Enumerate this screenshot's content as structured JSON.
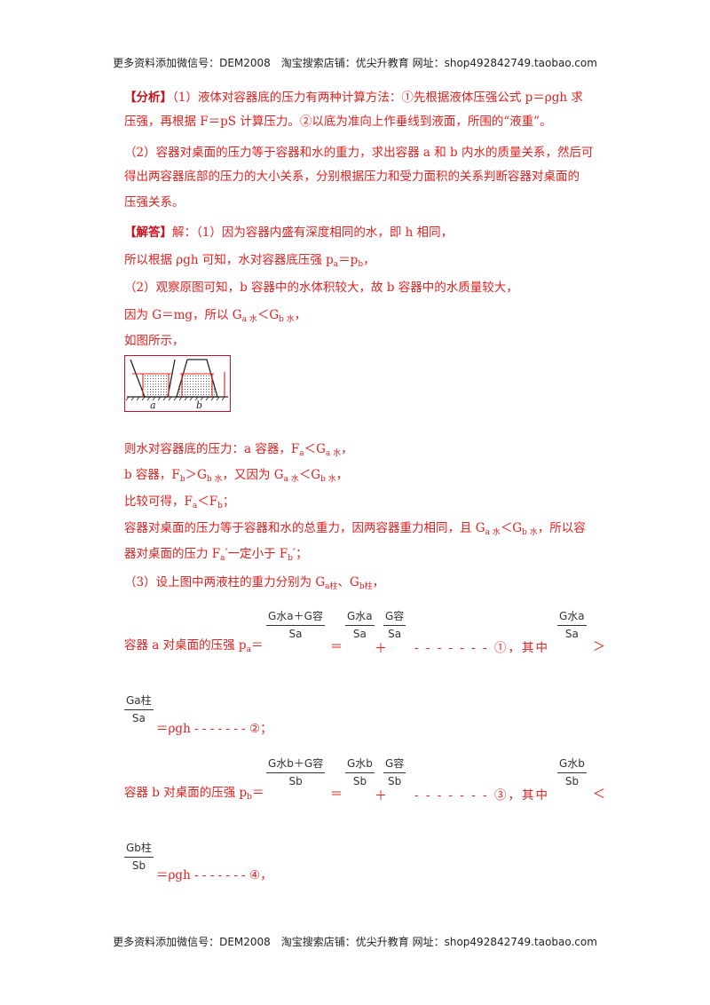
{
  "header": {
    "text": "更多资料添加微信号：DEM2008　淘宝搜索店铺：优尖升教育 网址：shop492842749.taobao.com"
  },
  "footer": {
    "text": "更多资料添加微信号：DEM2008　淘宝搜索店铺：优尖升教育 网址：shop492842749.taobao.com"
  },
  "analysis": {
    "tag": "【分析】",
    "l1": "（1）液体对容器底的压力有两种计算方法：①先根据液体压强公式 p＝ρgh 求",
    "l2": "压强，再根据 F＝pS 计算压力。②以底为准向上作垂线到液面，所围的“液重”。",
    "l3": "（2）容器对桌面的压力等于容器和水的重力，求出容器 a 和 b 内水的质量关系，然后可",
    "l4": "得出两容器底部的压力的大小关系，分别根据压力和受力面积的关系判断容器对桌面的",
    "l5": "压强关系。"
  },
  "answer": {
    "tag": "【解答】",
    "l1": "解：（1）因为容器内盛有深度相同的水，即 h 相同，",
    "l2a": "所以根据 ρgh 可知，水对容器底压强 p",
    "l2b": "＝p",
    "l2c": "，",
    "l3": "（2）观察原图可知，b 容器中的水体积较大，故 b 容器中的水质量较大，",
    "l4a": "因为 G＝mg，所以 G",
    "l4b": "＜G",
    "l4c": "，",
    "l5": "如图所示，",
    "l6a": "则水对容器底的压力：a 容器，F",
    "l6b": "＜G",
    "l6c": "，",
    "l7a": "b 容器，F",
    "l7b": "＞G",
    "l7c": "，又因为 G",
    "l7d": "＜G",
    "l7e": "，",
    "l8a": "比较可得，F",
    "l8b": "＜F",
    "l8c": "；",
    "l9a": "容器对桌面的压力等于容器和水的总重力，因两容器重力相同，且 G",
    "l9b": "＜G",
    "l9c": "，所以容",
    "l10a": "器对桌面的压力 F",
    "l10b": "′一定小于 F",
    "l10c": "′；",
    "l11a": "（3）设上图中两液柱的重力分别为 G",
    "l11b": "、G",
    "l11c": "，",
    "eq1_lead": "容器 a 对桌面的压强 p",
    "eq1_eq": "＝",
    "eq1_dash": "- - - - - - - ①，其中",
    "eq1_gt": "＞",
    "eq2_tail": "＝ρgh - - - - - - - ②；",
    "eq3_lead": "容器 b 对桌面的压强 p",
    "eq3_eq": "＝",
    "eq3_dash": "- - - - - - - ③，其中",
    "eq3_lt": "＜",
    "eq4_tail": "＝ρgh - - - - - - - ④，"
  },
  "subs": {
    "a": "a",
    "b": "b",
    "a_water": "a 水",
    "b_water": "b 水",
    "a_col": "a柱",
    "b_col": "b柱"
  },
  "fractions": {
    "f1n": "G水a＋G容",
    "f1d": "Sa",
    "f2n": "G水a",
    "f2d": "Sa",
    "f3n": "G容",
    "f3d": "Sa",
    "f4n": "G水a",
    "f4d": "Sa",
    "f5n": "Ga柱",
    "f5d": "Sa",
    "f6n": "G水b＋G容",
    "f6d": "Sb",
    "f7n": "G水b",
    "f7d": "Sb",
    "f8n": "G容",
    "f8d": "Sb",
    "f9n": "G水b",
    "f9d": "Sb",
    "f10n": "Gb柱",
    "f10d": "Sb"
  },
  "figure": {
    "label_a": "a",
    "label_b": "b"
  },
  "plus": "＋",
  "equals": "＝"
}
